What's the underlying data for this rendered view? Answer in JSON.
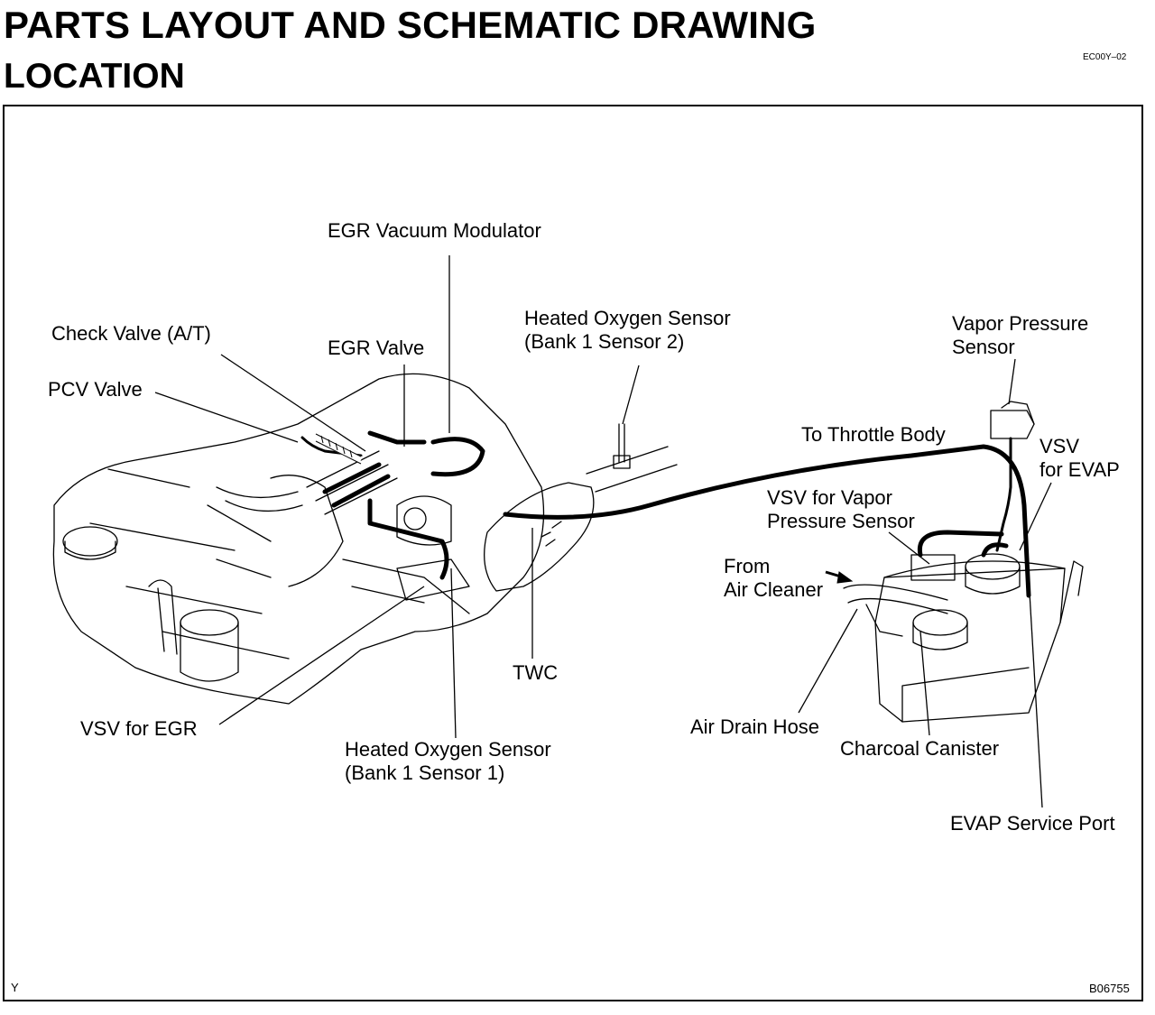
{
  "header": {
    "title": "PARTS LAYOUT AND SCHEMATIC DRAWING",
    "subtitle": "LOCATION",
    "doc_code": "EC00Y–02"
  },
  "footer": {
    "left_mark": "Y",
    "figure_code": "B06755"
  },
  "labels": {
    "egr_vacuum_modulator": "EGR Vacuum Modulator",
    "check_valve": "Check Valve (A/T)",
    "egr_valve": "EGR Valve",
    "pcv_valve": "PCV Valve",
    "heated_o2_b1s2_line1": "Heated Oxygen Sensor",
    "heated_o2_b1s2_line2": "(Bank 1 Sensor 2)",
    "vapor_pressure_sensor_line1": "Vapor Pressure",
    "vapor_pressure_sensor_line2": "Sensor",
    "to_throttle_body": "To Throttle Body",
    "vsv_evap_line1": "VSV",
    "vsv_evap_line2": "for EVAP",
    "vsv_vapor_line1": "VSV for Vapor",
    "vsv_vapor_line2": "Pressure Sensor",
    "from_air_cleaner_line1": "From",
    "from_air_cleaner_line2": "Air Cleaner",
    "twc": "TWC",
    "vsv_egr": "VSV for EGR",
    "heated_o2_b1s1_line1": "Heated Oxygen Sensor",
    "heated_o2_b1s1_line2": "(Bank 1 Sensor 1)",
    "air_drain_hose": "Air Drain Hose",
    "charcoal_canister": "Charcoal Canister",
    "evap_service_port": "EVAP Service Port"
  }
}
